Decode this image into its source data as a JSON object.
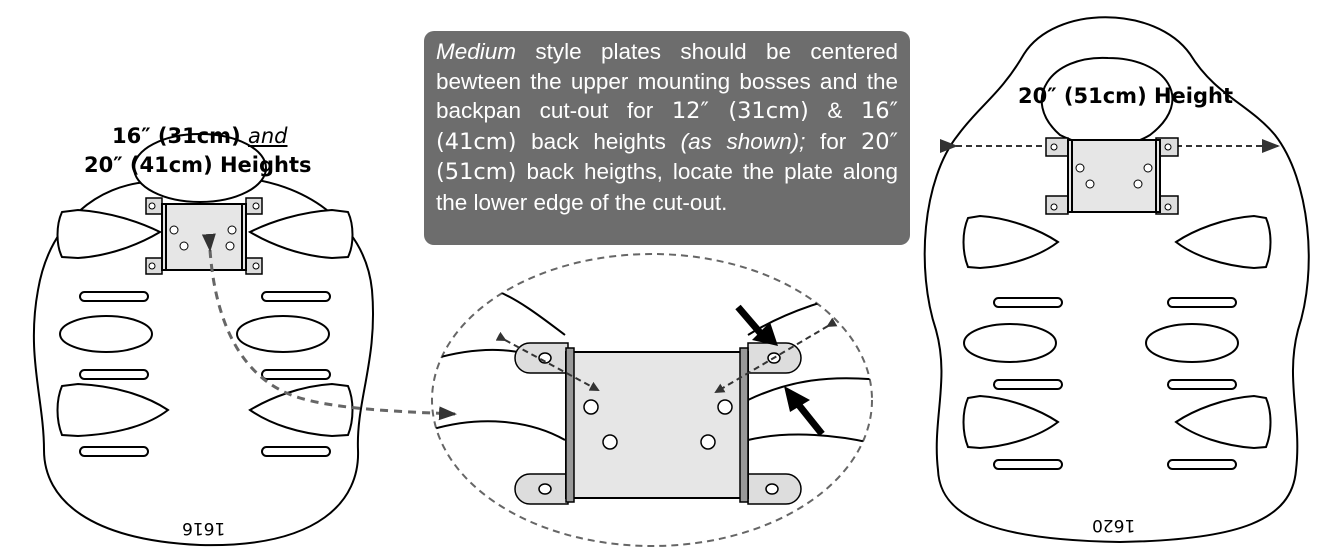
{
  "note": {
    "style_word": "Medium",
    "text_a": " style plates should be centered bewteen the upper mounting bosses and the backpan cut-out for ",
    "h12": "12″ (31cm)",
    "amp": " & ",
    "h16": "16″ (41cm)",
    "text_b": " back heights ",
    "as_shown": "(as shown);",
    "text_c": " for ",
    "h20": "20″ (51cm)",
    "text_d": " back heigths, locate the plate along the lower edge of the cut-out."
  },
  "left_label": {
    "line1_a": "16″ (31cm) ",
    "line1_and": "and",
    "line2": "20″ (41cm) Heights"
  },
  "right_label": "20″ (51cm) Height",
  "left_serial": "1616",
  "right_serial": "1620",
  "colors": {
    "note_bg": "#6d6d6d",
    "plate_fill": "#e6e6e6",
    "dashed": "#555555"
  }
}
